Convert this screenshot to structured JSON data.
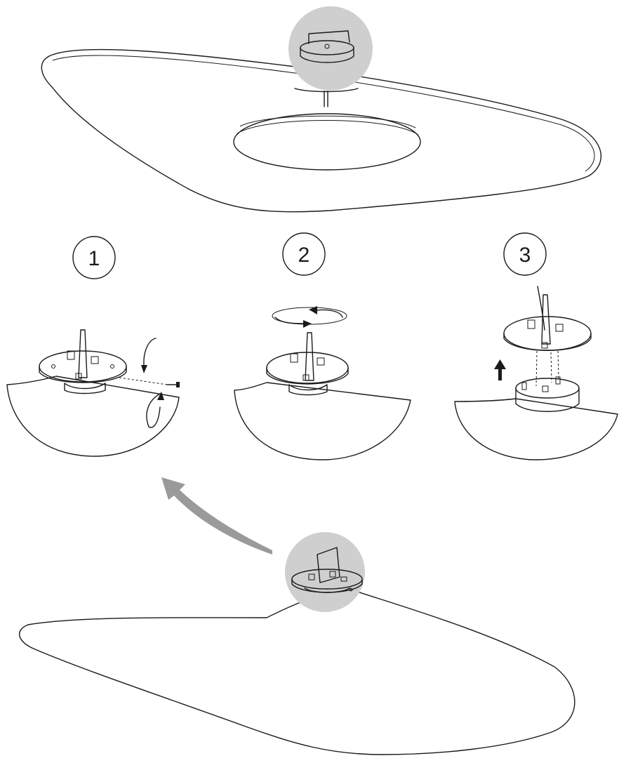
{
  "steps": [
    {
      "number": "1"
    },
    {
      "number": "2"
    },
    {
      "number": "3"
    }
  ],
  "colors": {
    "highlight": "#cfcfcf",
    "arrow": "#9a9a9a",
    "plate_dark": "#7a7a7a",
    "line": "#1a1a1a"
  }
}
